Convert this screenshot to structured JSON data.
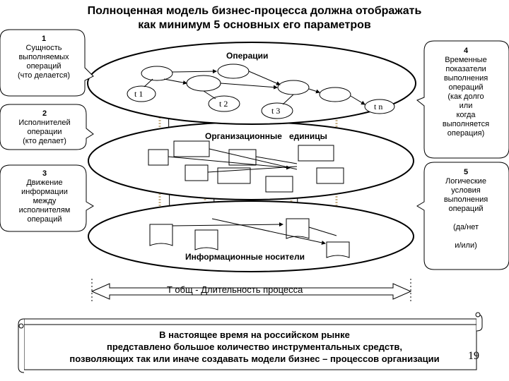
{
  "title": {
    "line1": "Полноценная модель бизнес-процесса должна отображать",
    "line2": "как минимум 5 основных его параметров"
  },
  "callouts": [
    {
      "num": "1",
      "lines": [
        "Сущность",
        "выполняемых",
        "операций",
        "(что делается)"
      ]
    },
    {
      "num": "2",
      "lines": [
        "Исполнителей",
        "операции",
        "(кто делает)"
      ]
    },
    {
      "num": "3",
      "lines": [
        "Движение",
        "информации",
        "между",
        "исполнителям",
        "операций"
      ]
    },
    {
      "num": "4",
      "lines": [
        "Временные",
        "показатели",
        "выполнения",
        "операций",
        "(как долго",
        "или",
        "когда",
        "выполняется",
        "операция)"
      ]
    },
    {
      "num": "5",
      "lines": [
        "Логические",
        "условия",
        "выполнения",
        "операций",
        "",
        "(да/нет",
        "",
        "и/или)"
      ]
    }
  ],
  "layers": {
    "operations": "Операции",
    "org_units": "Организационные   единицы",
    "info_carriers": "Информационные носители"
  },
  "time_labels": [
    "t 1",
    "t 2",
    "t 3",
    "t n"
  ],
  "duration_label": "T общ - Длительность процесса",
  "banner": {
    "line1": "В настоящее время на российском рынке",
    "line2": "представлено большое количество инструментальных средств,",
    "line3": "позволяющих так или иначе создавать модели бизнес – процессов организации"
  },
  "page_number": "19"
}
